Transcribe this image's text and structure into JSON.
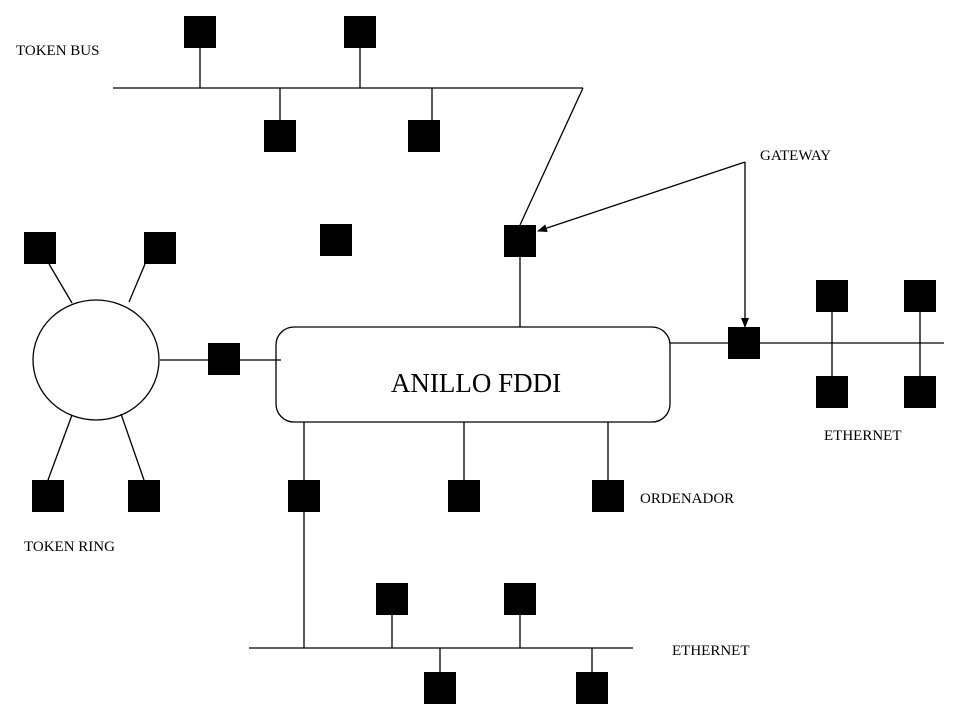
{
  "diagram": {
    "labels": {
      "token_bus": "TOKEN BUS",
      "gateway": "GATEWAY",
      "fddi_ring": "ANILLO FDDI",
      "ethernet_right": "ETHERNET",
      "token_ring": "TOKEN RING",
      "computer": "ORDENADOR",
      "ethernet_bottom": "ETHERNET"
    },
    "colors": {
      "stroke": "#000000",
      "node": "#000000",
      "background": "#ffffff"
    },
    "networks": [
      {
        "name": "TOKEN BUS",
        "type": "bus",
        "nodes": 4
      },
      {
        "name": "TOKEN RING",
        "type": "ring",
        "nodes": 4
      },
      {
        "name": "ANILLO FDDI",
        "type": "backbone ring",
        "nodes": 3
      },
      {
        "name": "ETHERNET",
        "position": "right",
        "type": "bus",
        "nodes": 4
      },
      {
        "name": "ETHERNET",
        "position": "bottom",
        "type": "bus",
        "nodes": 4
      }
    ],
    "gateways": 3,
    "standalone_nodes": 1
  }
}
